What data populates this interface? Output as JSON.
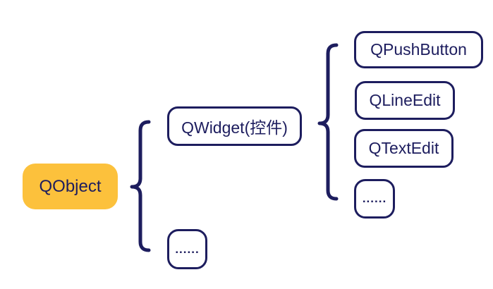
{
  "nodes": {
    "root": {
      "label": "QObject"
    },
    "children": [
      {
        "label": "QWidget(控件)"
      },
      {
        "label": "......"
      }
    ],
    "grandchildren": [
      {
        "label": "QPushButton"
      },
      {
        "label": "QLineEdit"
      },
      {
        "label": "QTextEdit"
      },
      {
        "label": "......"
      }
    ]
  },
  "colors": {
    "background": "#ffffff",
    "node_border": "#1d1d5e",
    "text": "#1d1d5e",
    "root_fill": "#fcc13c"
  }
}
